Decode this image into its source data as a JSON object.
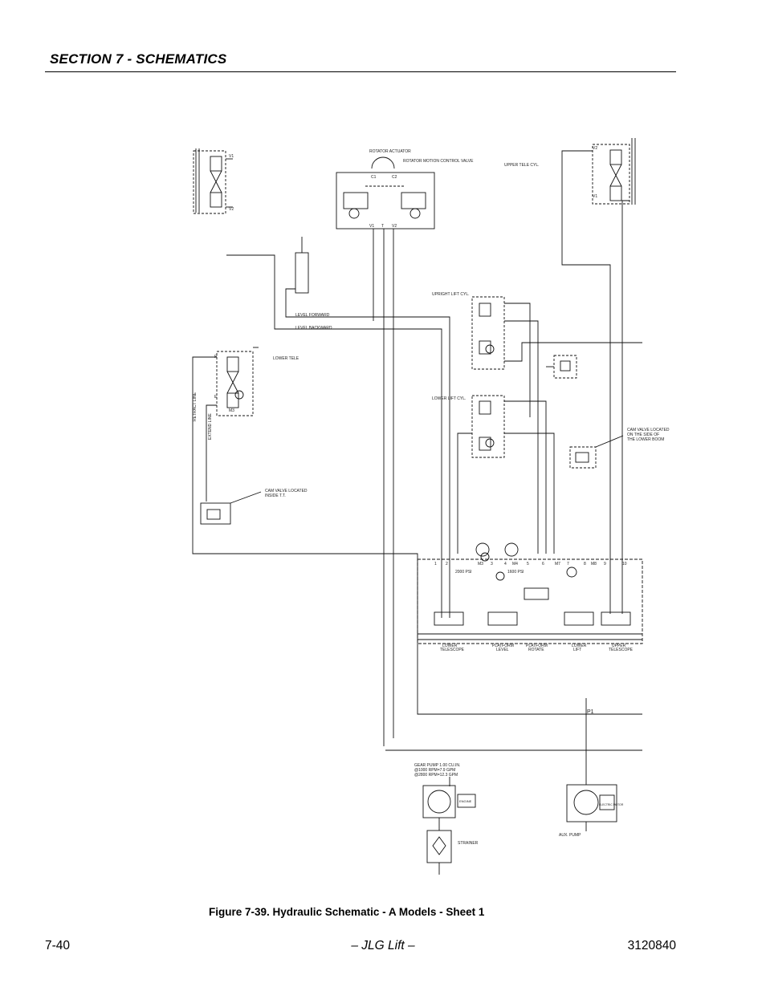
{
  "header": {
    "section_title": "SECTION 7 - SCHEMATICS"
  },
  "labels": {
    "v1_left": "V1",
    "v2_left": "V2",
    "rotator": "ROTATOR ACTUATOR",
    "rot_valve": "ROTATOR MOTION CONTROL VALVE",
    "c1": "C1",
    "c2": "C2",
    "v1_top": "V1",
    "t_top": "T",
    "v2_top": "V2",
    "upper_tele": "UPPER TELE CYL.",
    "v2_right": "V2",
    "v1_right": "V1",
    "level_forward": "LEVEL FORWARD",
    "level_backward": "LEVEL BACKWARD",
    "lower_tele": "LOWER TELE",
    "r_port": "R",
    "e_port": "E",
    "m3": "M3",
    "retract_line": "RETRACT LINE",
    "extend_line": "EXTEND LINE",
    "upright_lift": "UPRIGHT LIFT CYL.",
    "lower_lift": "LOWER LIFT CYL.",
    "cam_valve_lower_1": "CAM VALVE LOCATED",
    "cam_valve_lower_2": "ON THE SIDE OF",
    "cam_valve_lower_3": "THE LOWER BOOM",
    "cam_valve_tt_1": "CAM VALVE LOCATED",
    "cam_valve_tt_2": "INSIDE T.T.",
    "n1": "1",
    "n2": "2",
    "m3b": "M3",
    "n3": "3",
    "n4": "4",
    "m4": "M4",
    "n5": "5",
    "n6": "6",
    "m7": "M7",
    "n7": "7",
    "n8": "8",
    "m8": "M8",
    "n9": "9",
    "n10": "10",
    "psi_2000": "2000 PSI",
    "psi_1600": "1600 PSI",
    "lower_telescope_1": "LOWER",
    "lower_telescope_2": "TELESCOPE",
    "platform_level_1": "PLATFORM",
    "platform_level_2": "LEVEL",
    "platform_rotate_1": "PLATFORM",
    "platform_rotate_2": "ROTATE",
    "lower_lift_1": "LOWER",
    "lower_lift_2": "LIFT",
    "upper_telescope_1": "UPPER",
    "upper_telescope_2": "TELESCOPE",
    "p1": "P1",
    "gear_pump": "GEAR PUMP 1.00 CU.IN.",
    "gear_pump_2": "@1000 RPM=7.9 GPM",
    "gear_pump_3": "@2800 RPM=12.3 GPM",
    "engine": "ENGINE",
    "electric_motor": "ELECTRIC MOTOR",
    "aux_pump": "AUX. PUMP",
    "strainer": "STRAINER"
  },
  "caption": "Figure 7-39.  Hydraulic Schematic - A Models - Sheet 1",
  "footer": {
    "page": "7-40",
    "center": "– JLG Lift –",
    "doc_number": "3120840"
  }
}
